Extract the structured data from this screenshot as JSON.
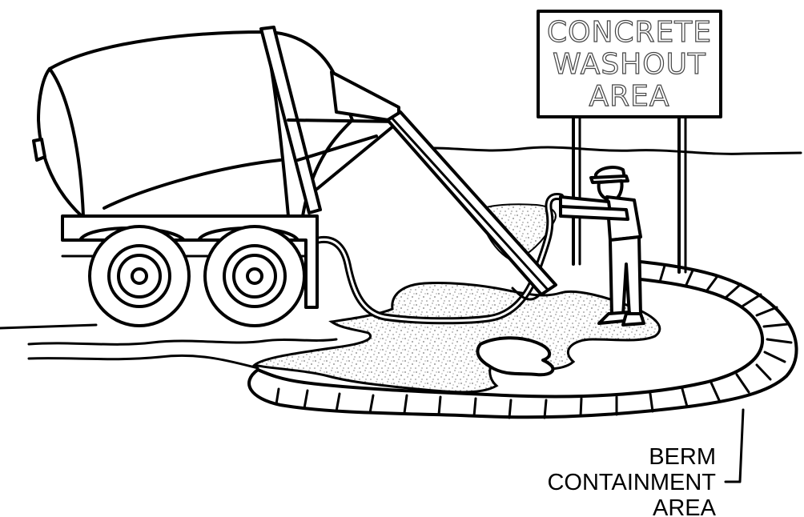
{
  "sign": {
    "lines": [
      "CONCRETE",
      "WASHOUT",
      "AREA"
    ]
  },
  "callout": {
    "lines": [
      "BERM",
      "CONTAINMENT",
      "AREA"
    ]
  },
  "colors": {
    "ink": "#000000",
    "background": "#ffffff",
    "concrete_speckle": "#777777",
    "sign_text_outline": "#444444"
  }
}
